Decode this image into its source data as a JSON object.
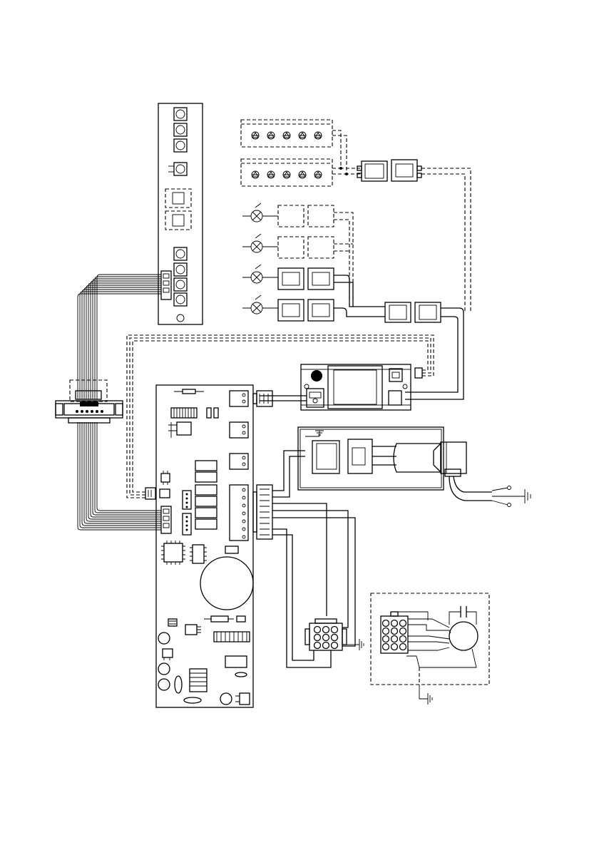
{
  "diagram": {
    "kind": "wiring-diagram",
    "line_color": "#000000",
    "background": "#ffffff",
    "components": [
      {
        "id": "display-panel",
        "keys": 8,
        "digits": 2
      },
      {
        "id": "led-strip-1",
        "leds": 5,
        "optional": true
      },
      {
        "id": "led-strip-2",
        "leds": 5,
        "optional": true
      },
      {
        "id": "lamp",
        "count": 4,
        "optional_count": 2
      },
      {
        "id": "ribbon-cable-connector"
      },
      {
        "id": "main-control-board"
      },
      {
        "id": "power-module"
      },
      {
        "id": "motor-unit"
      },
      {
        "id": "fan-motor-assembly"
      }
    ],
    "ground_symbols": 4
  }
}
